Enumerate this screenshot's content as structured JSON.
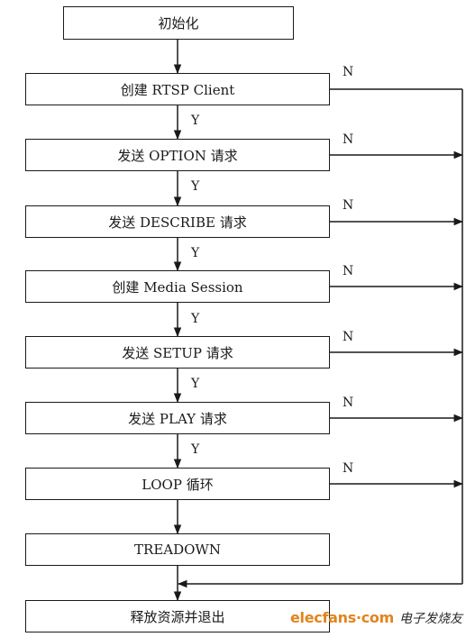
{
  "steps": {
    "init": "初始化",
    "create_client": "创建 RTSP Client",
    "send_option": "发送 OPTION 请求",
    "send_describe": "发送 DESCRIBE 请求",
    "create_session": "创建 Media Session",
    "send_setup": "发送 SETUP 请求",
    "send_play": "发送 PLAY 请求",
    "loop": "LOOP 循环",
    "teardown": "TREADOWN",
    "release_exit": "释放资源并退出"
  },
  "edge_labels": {
    "yes": "Y",
    "no": "N"
  },
  "watermark": {
    "brand": "elecfans·com",
    "cn": "电子发烧友"
  },
  "colors": {
    "line": "#1a1a1a",
    "watermark_brand": "#e2841e"
  }
}
